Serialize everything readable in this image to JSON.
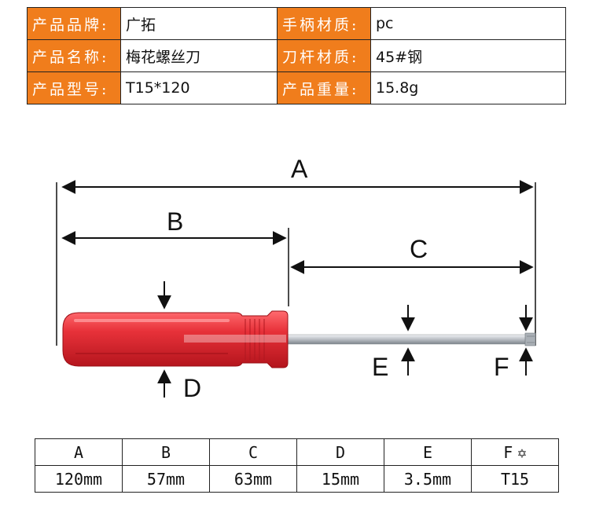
{
  "spec_table": {
    "rows": [
      {
        "label1": "产品品牌:",
        "value1": "广拓",
        "label2": "手柄材质:",
        "value2": "pc"
      },
      {
        "label1": "产品名称:",
        "value1": "梅花螺丝刀",
        "label2": "刀杆材质:",
        "value2": "45#钢"
      },
      {
        "label1": "产品型号:",
        "value1": "T15*120",
        "label2": "产品重量:",
        "value2": "15.8g"
      }
    ]
  },
  "diagram": {
    "labels": {
      "a": "A",
      "b": "B",
      "c": "C",
      "d": "D",
      "e": "E",
      "f": "F"
    },
    "handle_color": "#e8323a",
    "shaft_color": "#c8ccd0",
    "label_color": "#f07d1c"
  },
  "dims_table": {
    "headers": [
      "A",
      "B",
      "C",
      "D",
      "E",
      "F"
    ],
    "values": [
      "120mm",
      "57mm",
      "63mm",
      "15mm",
      "3.5mm",
      "T15"
    ],
    "star_icon": "torx-star-icon"
  }
}
